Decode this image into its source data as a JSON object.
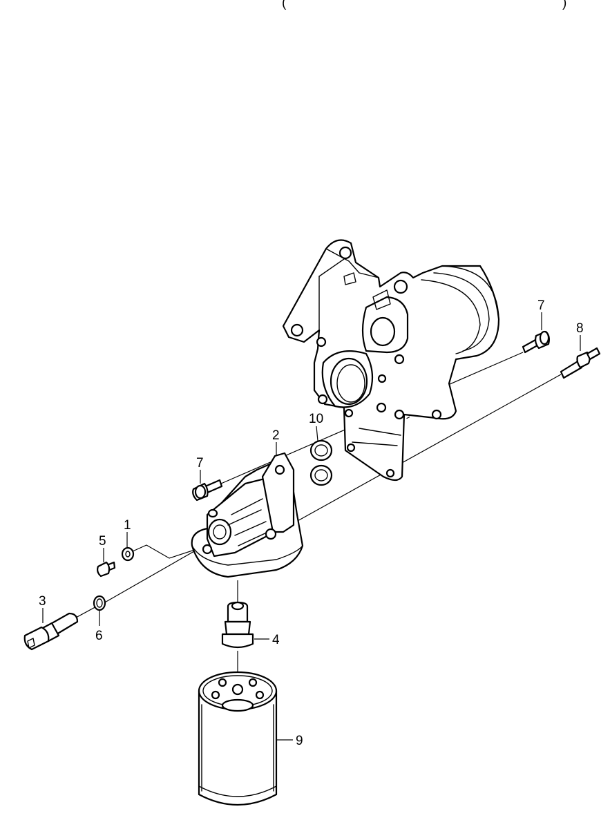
{
  "header": {
    "open_paren": "(",
    "close_paren": ")"
  },
  "callouts": [
    {
      "id": "callout-1",
      "label": "1"
    },
    {
      "id": "callout-2",
      "label": "2"
    },
    {
      "id": "callout-3",
      "label": "3"
    },
    {
      "id": "callout-4",
      "label": "4"
    },
    {
      "id": "callout-5",
      "label": "5"
    },
    {
      "id": "callout-6",
      "label": "6"
    },
    {
      "id": "callout-7-top",
      "label": "7"
    },
    {
      "id": "callout-7-left",
      "label": "7"
    },
    {
      "id": "callout-8",
      "label": "8"
    },
    {
      "id": "callout-9",
      "label": "9"
    },
    {
      "id": "callout-10",
      "label": "10"
    }
  ]
}
